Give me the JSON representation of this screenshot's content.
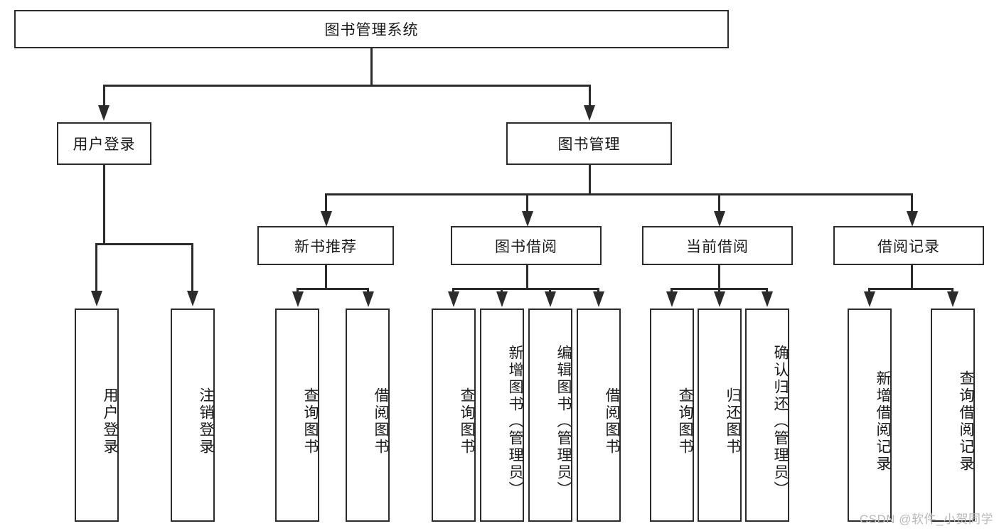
{
  "diagram": {
    "title": "图书管理系统",
    "type": "hierarchy-tree",
    "watermark": "CSDN @软件_小贺同学",
    "levels": {
      "root": {
        "label": "图书管理系统"
      },
      "level2": [
        {
          "label": "用户登录"
        },
        {
          "label": "图书管理"
        }
      ],
      "level3": [
        {
          "label": "新书推荐"
        },
        {
          "label": "图书借阅"
        },
        {
          "label": "当前借阅"
        },
        {
          "label": "借阅记录"
        }
      ],
      "leaves": {
        "user_login": [
          {
            "label": "用户登录"
          },
          {
            "label": "注销登录"
          }
        ],
        "new_book_recommend": [
          {
            "label": "查询图书"
          },
          {
            "label": "借阅图书"
          }
        ],
        "book_borrow": [
          {
            "label": "查询图书"
          },
          {
            "label": "新增图书（管理员）"
          },
          {
            "label": "编辑图书（管理员）"
          },
          {
            "label": "借阅图书"
          }
        ],
        "current_borrow": [
          {
            "label": "查询图书"
          },
          {
            "label": "归还图书"
          },
          {
            "label": "确认归还（管理员）"
          }
        ],
        "borrow_record": [
          {
            "label": "新增借阅记录"
          },
          {
            "label": "查询借阅记录"
          }
        ]
      }
    },
    "colors": {
      "stroke": "#2b2b2b",
      "fill": "#ffffff",
      "text": "#1a1a1a",
      "watermark": "#b9b9b9"
    }
  }
}
